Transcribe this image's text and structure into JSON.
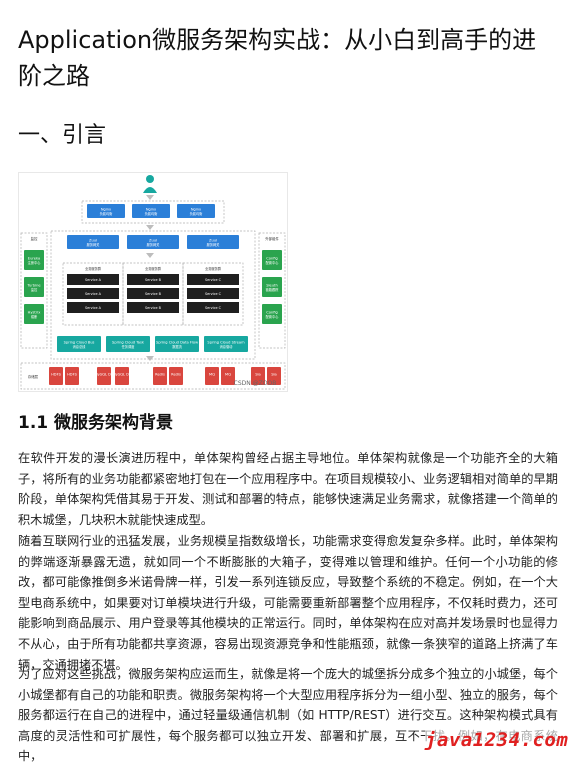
{
  "document": {
    "title": "Application微服务架构实战：从小白到高手的进阶之路",
    "section_heading": "一、引言",
    "subsection_heading": "1.1 微服务架构背景",
    "paragraphs": [
      "在软件开发的漫长演进历程中，单体架构曾经占据主导地位。单体架构就像是一个功能齐全的大箱子，将所有的业务功能都紧密地打包在一个应用程序中。在项目规模较小、业务逻辑相对简单的早期阶段，单体架构凭借其易于开发、测试和部署的特点，能够快速满足业务需求，就像搭建一个简单的积木城堡，几块积木就能快速成型。",
      "随着互联网行业的迅猛发展，业务规模呈指数级增长，功能需求变得愈发复杂多样。此时，单体架构的弊端逐渐暴露无遗，就如同一个不断膨胀的大箱子，变得难以管理和维护。任何一个小功能的修改，都可能像推倒多米诺骨牌一样，引发一系列连锁反应，导致整个系统的不稳定。例如，在一个大型电商系统中，如果要对订单模块进行升级，可能需要重新部署整个应用程序，不仅耗时费力，还可能影响到商品展示、用户登录等其他模块的正常运行。同时，单体架构在应对高并发场景时也显得力不从心，由于所有功能都共享资源，容易出现资源竞争和性能瓶颈，就像一条狭窄的道路上挤满了车辆，交通拥堵不堪。",
      "为了应对这些挑战，微服务架构应运而生，就像是将一个庞大的城堡拆分成多个独立的小城堡，每个小城堡都有自己的功能和职责。微服务架构将一个大型应用程序拆分为一组小型、独立的服务，每个服务都运行在自己的进程中，通过轻量级通信机制（如 HTTP/REST）进行交互。这种架构模式具有高度的灵活性和可扩展性，每个服务都可以独立开发、部署和扩展，互不干扰。例如，在电商系统中，"
    ],
    "watermark": "java1234.com"
  },
  "diagram": {
    "nginx_boxes": [
      {
        "title": "Nginx",
        "sub": "负载均衡"
      },
      {
        "title": "Nginx",
        "sub": "负载均衡"
      },
      {
        "title": "Nginx",
        "sub": "负载均衡"
      }
    ],
    "zuul_boxes": [
      {
        "title": "Zuul",
        "sub": "服务网关"
      },
      {
        "title": "Zuul",
        "sub": "服务网关"
      },
      {
        "title": "Zuul",
        "sub": "服务网关"
      }
    ],
    "service_groups": [
      {
        "label": "业务服务群",
        "services": [
          "Service A",
          "Service A",
          "Service A"
        ]
      },
      {
        "label": "业务服务群",
        "services": [
          "Service B",
          "Service B",
          "Service B"
        ]
      },
      {
        "label": "业务服务群",
        "services": [
          "Service C",
          "Service C",
          "Service C"
        ]
      }
    ],
    "left_panel": {
      "label": "监控",
      "items": [
        {
          "title": "Eureka",
          "sub": "注册中心"
        },
        {
          "title": "Turbine",
          "sub": "监控"
        },
        {
          "title": "Hystrix",
          "sub": "熔断"
        }
      ]
    },
    "right_panel": {
      "label": "外部组件",
      "items": [
        {
          "title": "Config",
          "sub": "配置中心"
        },
        {
          "title": "Sleuth",
          "sub": "链路跟踪"
        },
        {
          "title": "Config",
          "sub": "配置中心"
        }
      ]
    },
    "spring_boxes": [
      {
        "title": "Spring Cloud Bus",
        "sub": "消息总线"
      },
      {
        "title": "Spring Cloud Task",
        "sub": "任务调度"
      },
      {
        "title": "Spring Cloud Data Flow",
        "sub": "数据流"
      },
      {
        "title": "Spring Cloud Stream",
        "sub": "消息驱动"
      }
    ],
    "storage_label": "存储层",
    "storage_boxes": [
      "HDFS",
      "HDFS",
      "MySQL DB",
      "MySQL DB",
      "Redis",
      "Redis",
      "MQ",
      "MQ",
      "Sla",
      "Sla"
    ],
    "figure_watermark": "CSDN @ZOOB",
    "colors": {
      "teal": "#17a8a0",
      "blue": "#2b7fd8",
      "green": "#2aa44e",
      "red": "#d9463e",
      "panel_border": "#b0b0b0"
    }
  }
}
